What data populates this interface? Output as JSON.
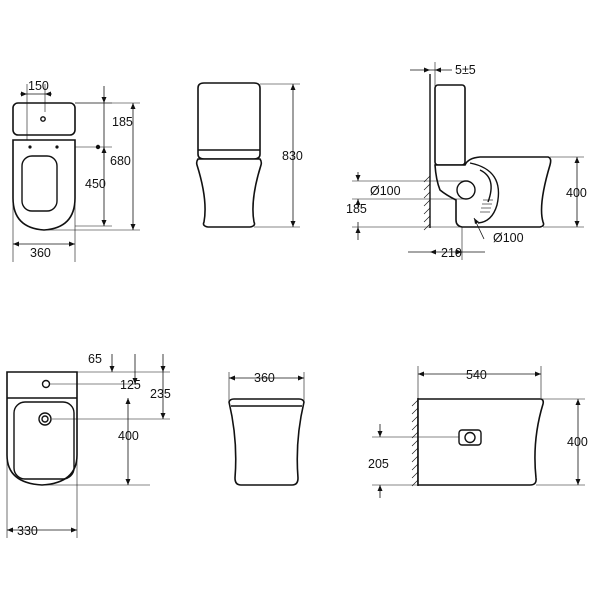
{
  "views": {
    "wc_top": {
      "dims": {
        "width_top": "150",
        "d185": "185",
        "d450": "450",
        "d680": "680",
        "width_bottom": "360"
      }
    },
    "wc_front": {
      "dims": {
        "height": "830"
      }
    },
    "wc_side": {
      "dims": {
        "gap": "5±5",
        "outlet": "Ø100",
        "d185": "185",
        "height": "400",
        "d210": "210",
        "inlet": "Ø100"
      }
    },
    "bidet_top": {
      "dims": {
        "d65": "65",
        "d125": "125",
        "d235": "235",
        "d400": "400",
        "width": "330"
      }
    },
    "bidet_front": {
      "dims": {
        "width": "360"
      }
    },
    "bidet_side": {
      "dims": {
        "width": "540",
        "height": "400",
        "d205": "205"
      }
    }
  }
}
